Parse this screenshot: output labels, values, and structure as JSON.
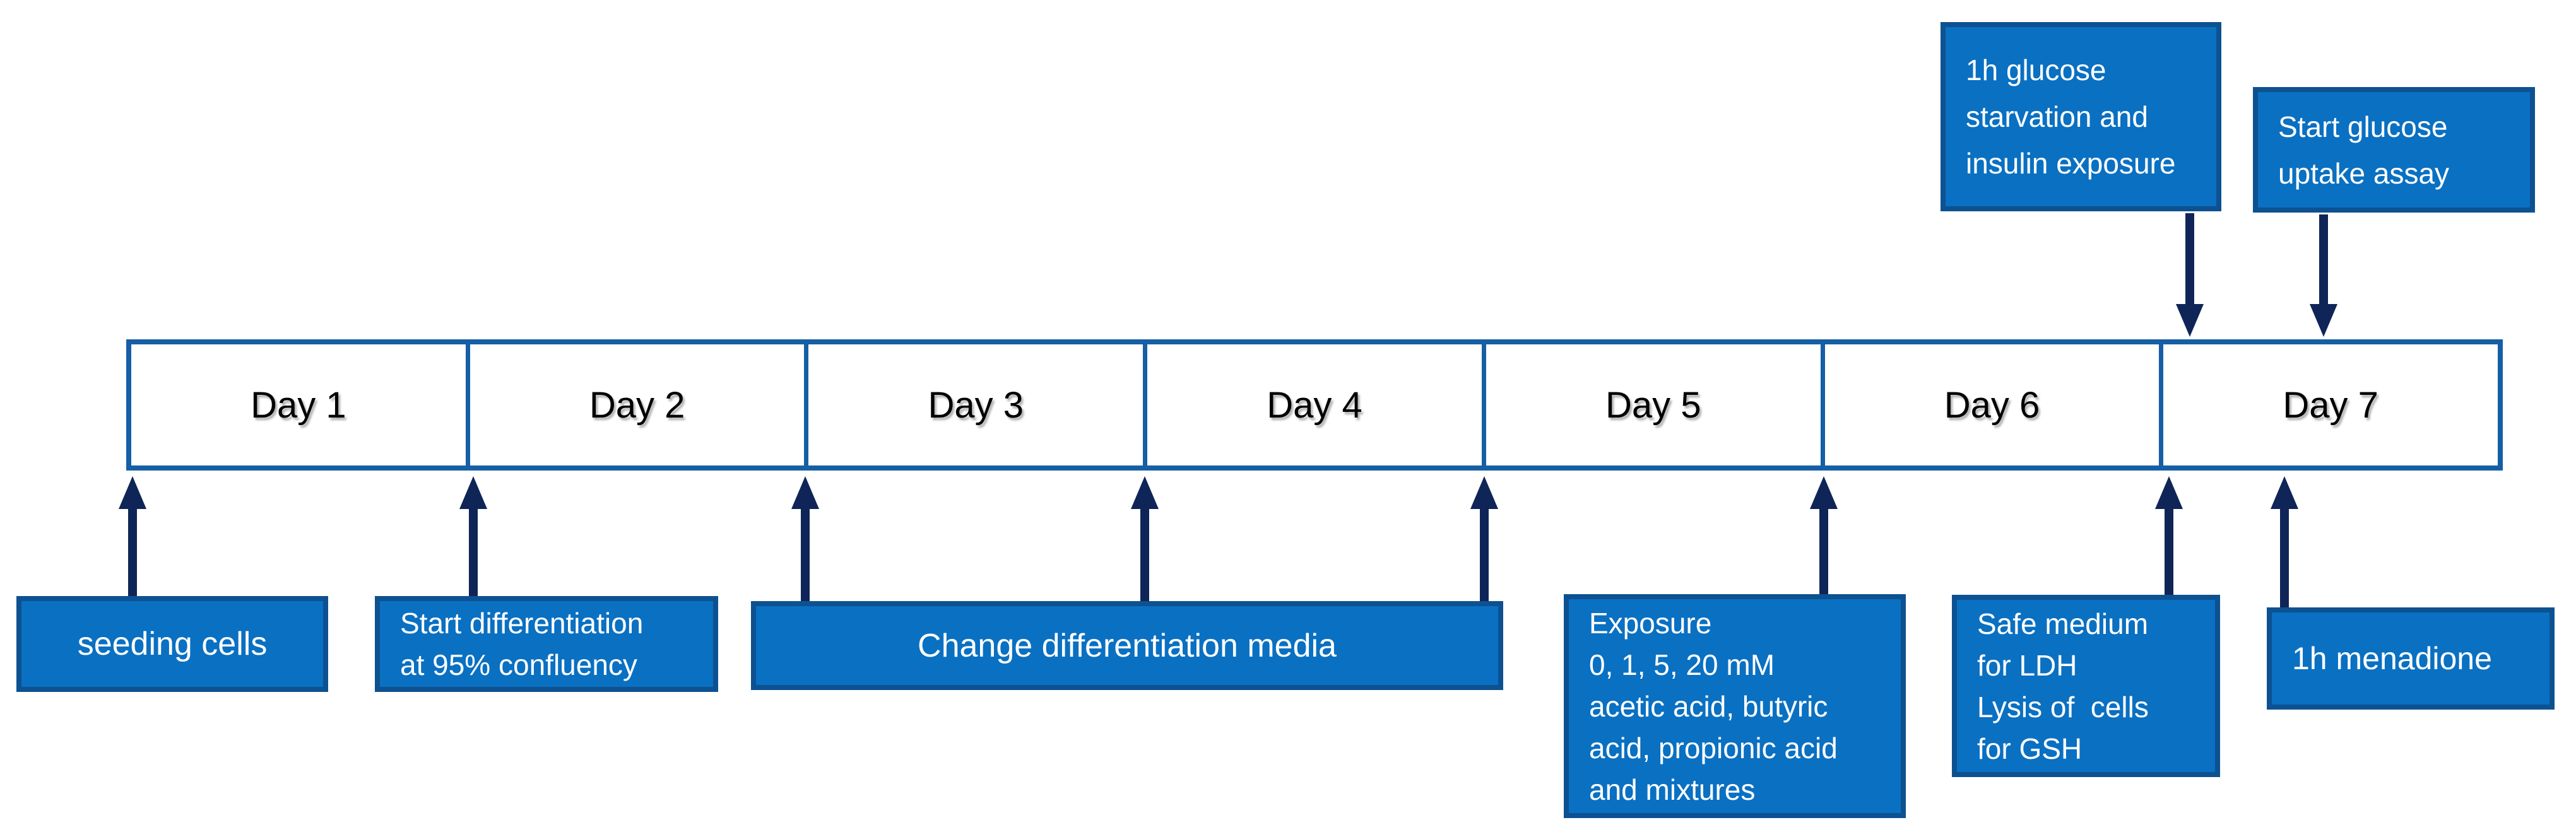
{
  "colors": {
    "box-fill": "#0A70C2",
    "box-border": "#0D5191",
    "timeline-border": "#155FA5",
    "arrow": "#0F2557",
    "box-text": "#FFFFFF",
    "day-text": "#000000",
    "background": "#FFFFFF"
  },
  "timeline": {
    "days": [
      "Day 1",
      "Day 2",
      "Day 3",
      "Day 4",
      "Day 5",
      "Day 6",
      "Day 7"
    ]
  },
  "top_boxes": [
    {
      "label": "1h glucose\nstarvation and\ninsulin exposure"
    },
    {
      "label": "Start glucose\nuptake assay"
    }
  ],
  "bottom_boxes": [
    {
      "label": "seeding cells"
    },
    {
      "label": "Start differentiation\nat 95% confluency"
    },
    {
      "label": "Change differentiation media"
    },
    {
      "label": "Exposure\n0, 1, 5, 20 mM\nacetic acid, butyric\nacid, propionic acid\nand mixtures"
    },
    {
      "label": "Safe medium\nfor LDH\nLysis of  cells\nfor GSH"
    },
    {
      "label": "1h menadione"
    }
  ]
}
